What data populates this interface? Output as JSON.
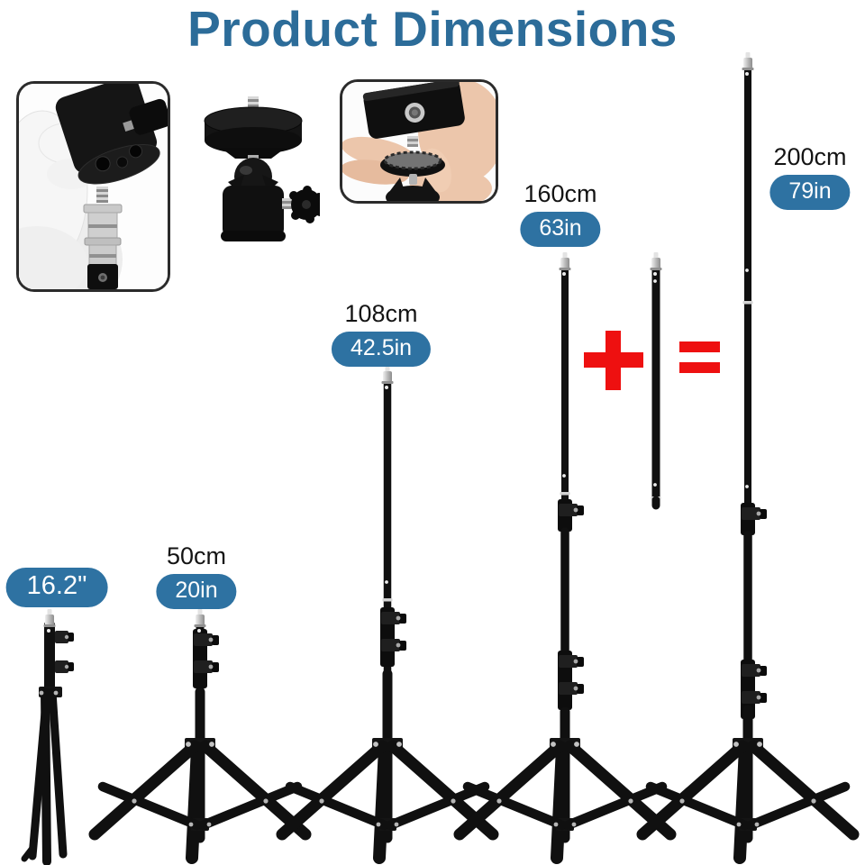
{
  "title": "Product Dimensions",
  "stands": [
    {
      "name": "folded-stand",
      "cm": "",
      "inch": "16.2\""
    },
    {
      "name": "stand-50cm",
      "cm": "50cm",
      "inch": "20in"
    },
    {
      "name": "stand-108cm",
      "cm": "108cm",
      "inch": "42.5in"
    },
    {
      "name": "stand-160cm",
      "cm": "160cm",
      "inch": "63in"
    },
    {
      "name": "stand-200cm",
      "cm": "200cm",
      "inch": "79in"
    },
    {
      "name": "extension-pole",
      "cm": "",
      "inch": ""
    }
  ],
  "operators": {
    "plus": "+",
    "equals": "="
  },
  "images": [
    {
      "name": "spigot-attachment-photo"
    },
    {
      "name": "ball-head-photo"
    },
    {
      "name": "clamp-attachment-photo"
    }
  ],
  "colors": {
    "title_blue": "#2c6c99",
    "badge_blue": "#2e72a2",
    "symbol_red": "#ee1010",
    "product_black": "#101010"
  }
}
